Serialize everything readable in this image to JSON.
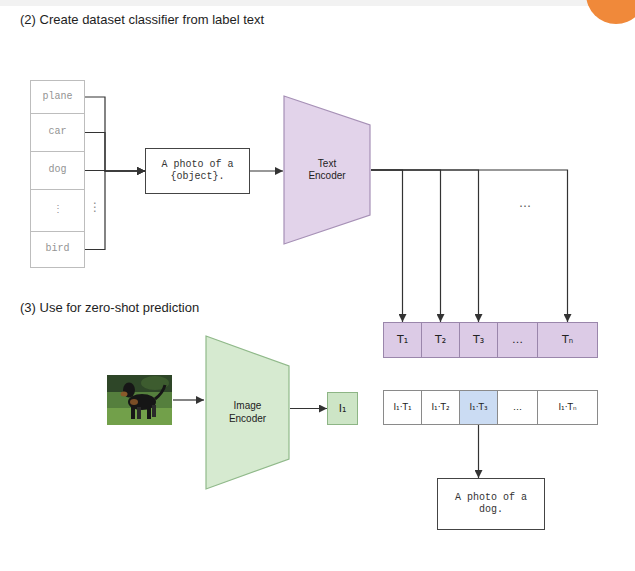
{
  "diagram": {
    "nodes": [
      {
        "text": [
          "plane"
        ]
      },
      {
        "text": [
          "car"
        ]
      },
      {
        "text": [
          "dog"
        ]
      },
      {
        "text": [
          "⋮"
        ]
      },
      {
        "text": [
          "bird"
        ]
      },
      {
        "text": [
          "A photo of a {object}."
        ]
      },
      {
        "text": [
          "Text Encoder"
        ]
      },
      {
        "text": [
          "T₁"
        ]
      },
      {
        "text": [
          "T₂"
        ]
      },
      {
        "text": [
          "T₃"
        ]
      },
      {
        "text": [
          "…"
        ]
      },
      {
        "text": [
          "Tₙ"
        ]
      },
      {
        "text": [
          "Image Encoder"
        ]
      },
      {
        "text": [
          "I₁"
        ]
      },
      {
        "text": [
          "I₁·T₁"
        ]
      },
      {
        "text": [
          "I₁·T₂"
        ]
      },
      {
        "text": [
          "I₁·T₃"
        ]
      },
      {
        "text": [
          "…"
        ]
      },
      {
        "text": [
          "I₁·Tₙ"
        ]
      },
      {
        "text": [
          "A photo of a dog."
        ]
      }
    ],
    "edges": [
      {
        "from": 0,
        "to": 5,
        "arrow": "to"
      },
      {
        "from": 1,
        "to": 5,
        "arrow": "to"
      },
      {
        "from": 2,
        "to": 5,
        "arrow": "to"
      },
      {
        "from": 4,
        "to": 5,
        "arrow": "to"
      },
      {
        "from": 5,
        "to": 6,
        "arrow": "to"
      },
      {
        "from": 6,
        "to": 7,
        "arrow": "to"
      },
      {
        "from": 6,
        "to": 8,
        "arrow": "to"
      },
      {
        "from": 6,
        "to": 9,
        "arrow": "to"
      },
      {
        "from": 6,
        "to": 11,
        "arrow": "to"
      },
      {
        "from": 12,
        "to": 13,
        "arrow": "to"
      },
      {
        "from": 16,
        "to": 19,
        "arrow": "to"
      }
    ],
    "labels": [
      "(2) Create dataset classifier from label text",
      "(3) Use for zero-shot prediction",
      "⋮",
      "…"
    ]
  }
}
